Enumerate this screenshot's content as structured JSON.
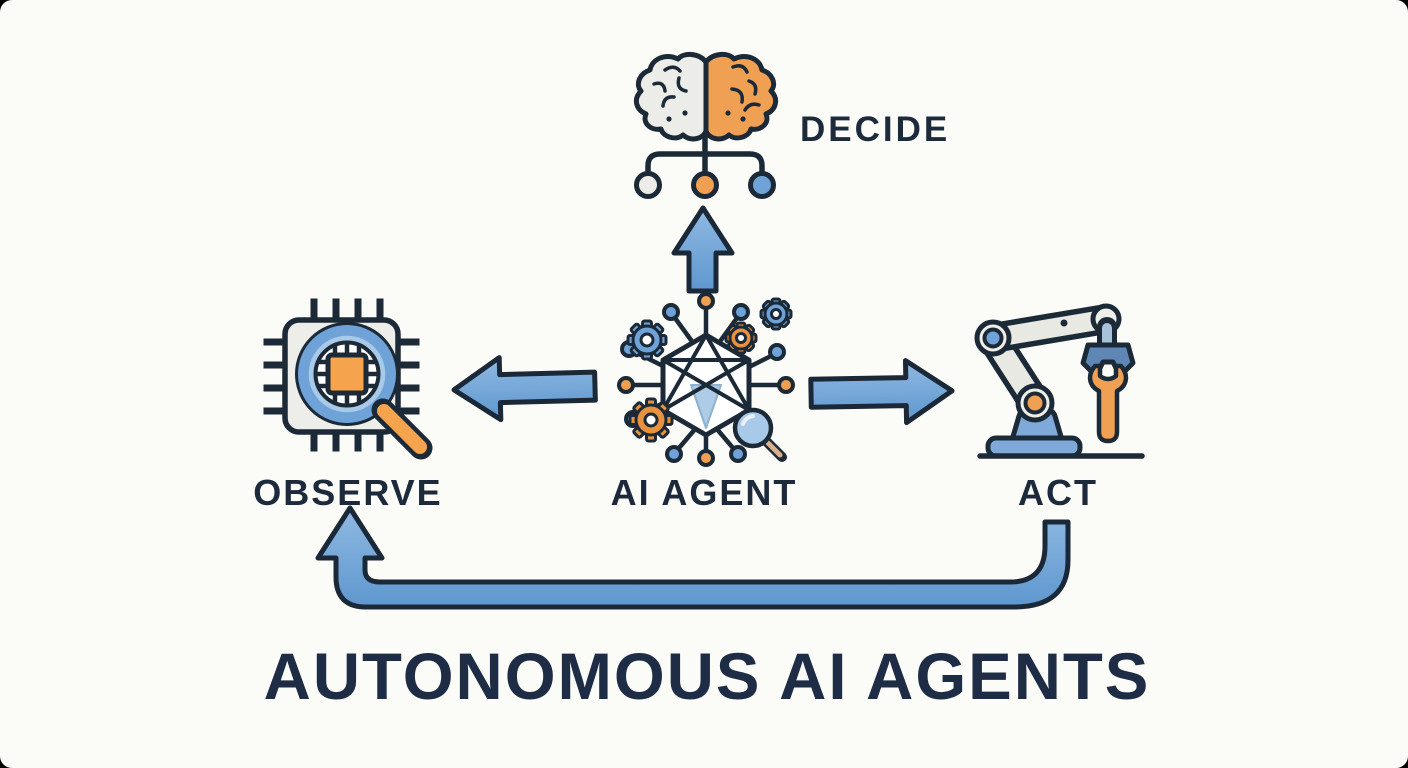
{
  "diagram": {
    "title": "AUTONOMOUS AI AGENTS",
    "center": {
      "id": "ai-agent",
      "label": "AI AGENT",
      "icon": "ai-network-icon"
    },
    "steps": [
      {
        "id": "decide",
        "label": "DECIDE",
        "icon": "brain-decision-tree-icon",
        "position": "top"
      },
      {
        "id": "observe",
        "label": "OBSERVE",
        "icon": "chip-magnifier-icon",
        "position": "left"
      },
      {
        "id": "act",
        "label": "ACT",
        "icon": "robot-arm-icon",
        "position": "right"
      }
    ],
    "connections": [
      {
        "from": "ai-agent",
        "to": "decide",
        "style": "block-arrow-up"
      },
      {
        "from": "ai-agent",
        "to": "observe",
        "style": "block-arrow-left"
      },
      {
        "from": "ai-agent",
        "to": "act",
        "style": "block-arrow-right"
      },
      {
        "from": "act",
        "to": "observe",
        "style": "feedback-loop-arrow"
      }
    ]
  },
  "palette": {
    "background": "#FBFBF8",
    "outline_navy": "#1C2A38",
    "text_navy": "#1C2A3C",
    "title_navy": "#1E2C45",
    "arrow_blue": "#6FA3D8",
    "arrow_blue_highlight": "#8FB9E2",
    "arrow_blue_shade": "#5E97CE",
    "accent_orange": "#F0A052",
    "light_gray": "#ECECE8",
    "light_blue": "#A9C9E8"
  }
}
